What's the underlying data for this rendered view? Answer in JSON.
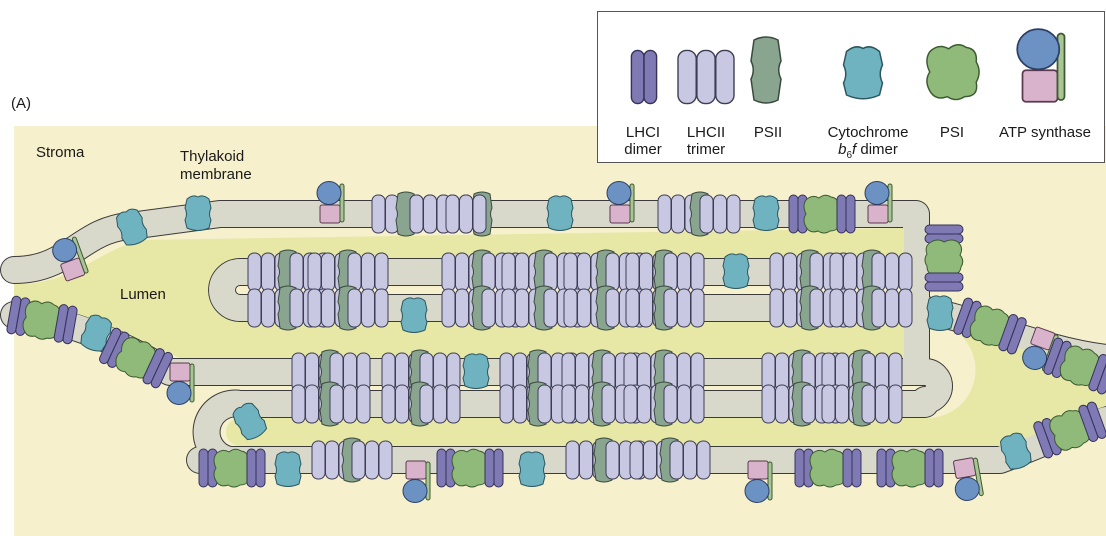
{
  "panel_label": "(A)",
  "labels": {
    "stroma": "Stroma",
    "membrane_line1": "Thylakoid",
    "membrane_line2": "membrane",
    "lumen": "Lumen"
  },
  "legend": {
    "lhci": [
      "LHCI",
      "dimer"
    ],
    "lhcii": [
      "LHCII",
      "trimer"
    ],
    "psii": "PSII",
    "cytb6f_line1": "Cytochrome",
    "cytb6f_b": "b",
    "cytb6f_sub": "6",
    "cytb6f_f": "f",
    "cytb6f_rest": " dimer",
    "psi": "PSI",
    "atp": "ATP synthase"
  },
  "colors": {
    "stroma_bg": "#f7f0cc",
    "lumen": "#e7e7a6",
    "membrane": "#d9d9cb",
    "lhci": "#7f79b4",
    "lhcii": "#c9c8e2",
    "psii": "#8aa58f",
    "cytb6f": "#6fb3c0",
    "psi": "#8fba79",
    "atp_head": "#6c92c4",
    "atp_base": "#d9b2cc"
  }
}
